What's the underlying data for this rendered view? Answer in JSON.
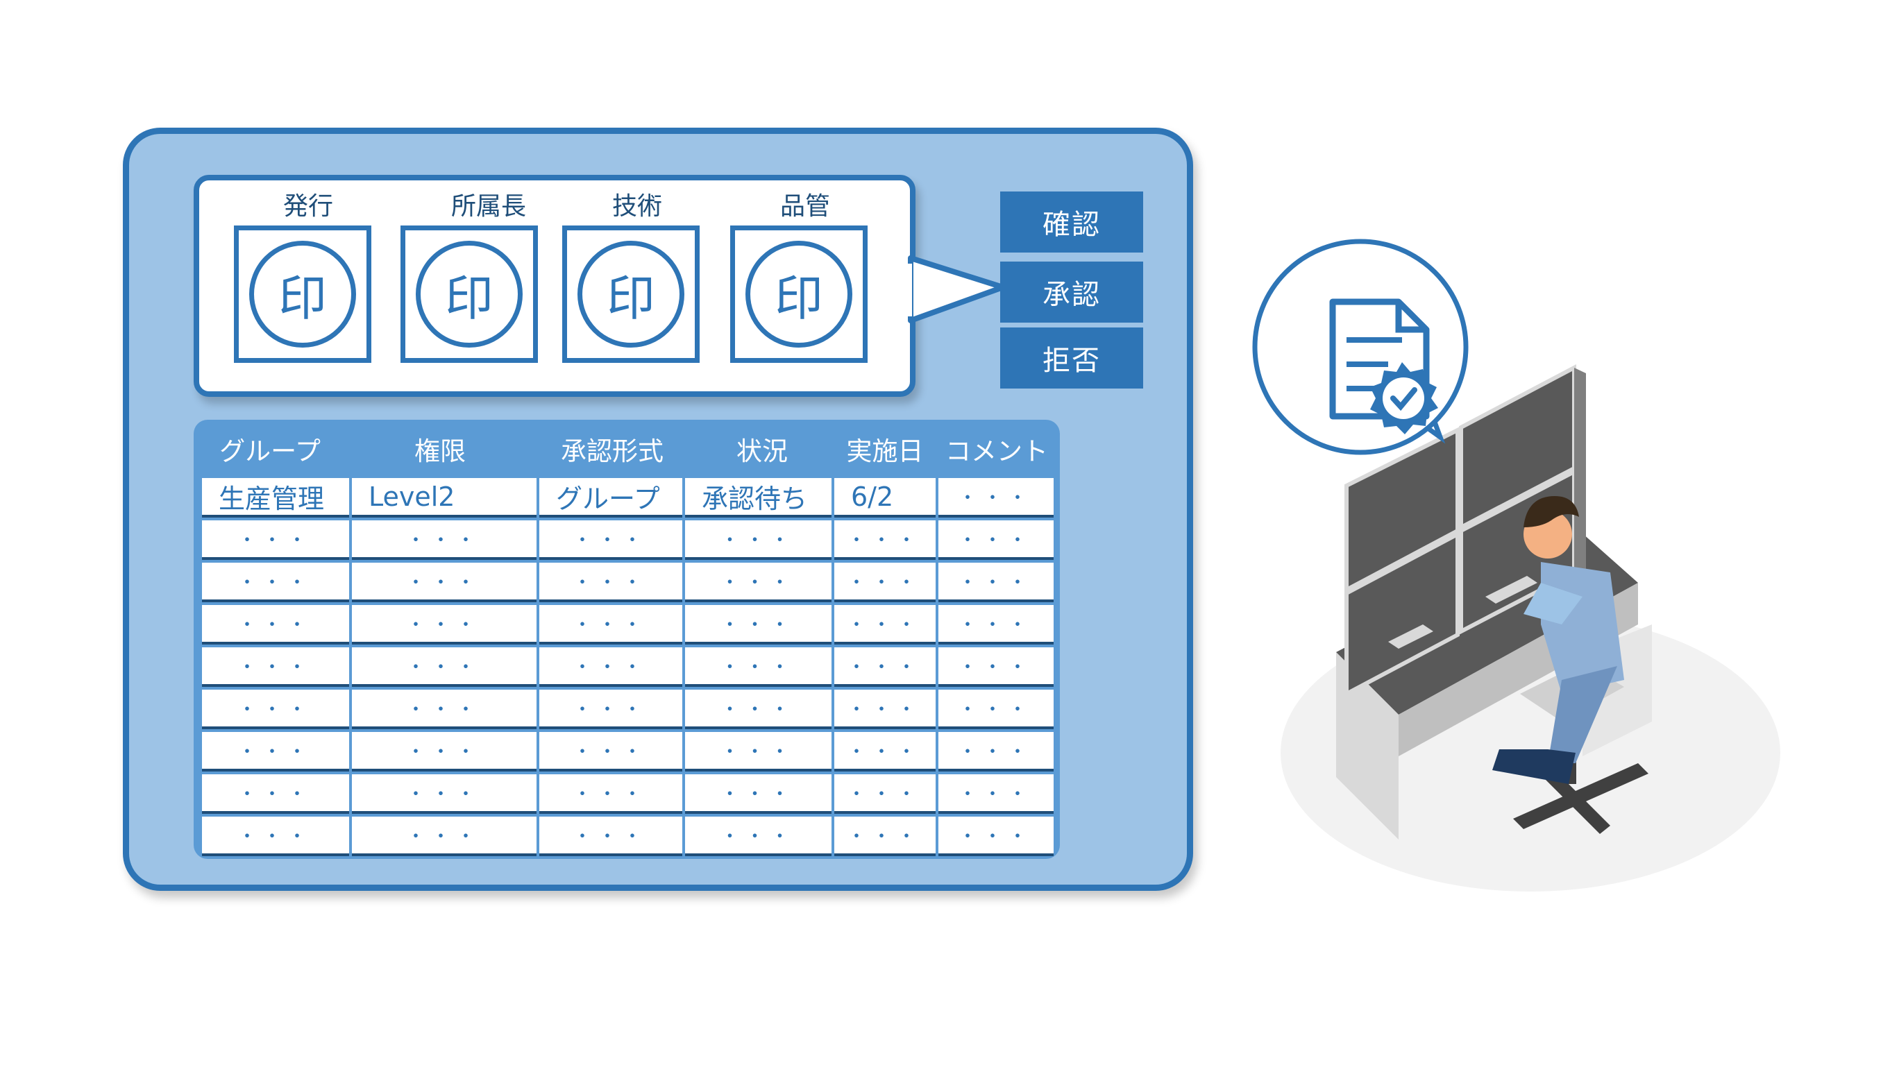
{
  "approval": {
    "stamp_titles": [
      "発行",
      "所属長",
      "技術",
      "品管"
    ],
    "stamp_char": "印",
    "buttons": [
      "確認",
      "承認",
      "拒否"
    ]
  },
  "table": {
    "headers": [
      "グループ",
      "権限",
      "承認形式",
      "状況",
      "実施日",
      "コメント"
    ],
    "rows": [
      [
        "生産管理",
        "Level2",
        "グループ",
        "承認待ち",
        "6/2",
        "・・・"
      ],
      [
        "・・・",
        "・・・",
        "・・・",
        "・・・",
        "・・・",
        "・・・"
      ],
      [
        "・・・",
        "・・・",
        "・・・",
        "・・・",
        "・・・",
        "・・・"
      ],
      [
        "・・・",
        "・・・",
        "・・・",
        "・・・",
        "・・・",
        "・・・"
      ],
      [
        "・・・",
        "・・・",
        "・・・",
        "・・・",
        "・・・",
        "・・・"
      ],
      [
        "・・・",
        "・・・",
        "・・・",
        "・・・",
        "・・・",
        "・・・"
      ],
      [
        "・・・",
        "・・・",
        "・・・",
        "・・・",
        "・・・",
        "・・・"
      ],
      [
        "・・・",
        "・・・",
        "・・・",
        "・・・",
        "・・・",
        "・・・"
      ],
      [
        "・・・",
        "・・・",
        "・・・",
        "・・・",
        "・・・",
        "・・・"
      ]
    ]
  },
  "colors": {
    "panel_bg": "#9dc3e6",
    "border_blue": "#2e75b6",
    "header_blue": "#5b9bd5",
    "dark_blue": "#1f4e79"
  },
  "icons": [
    "document-check-icon",
    "operator-workstation-icon"
  ]
}
